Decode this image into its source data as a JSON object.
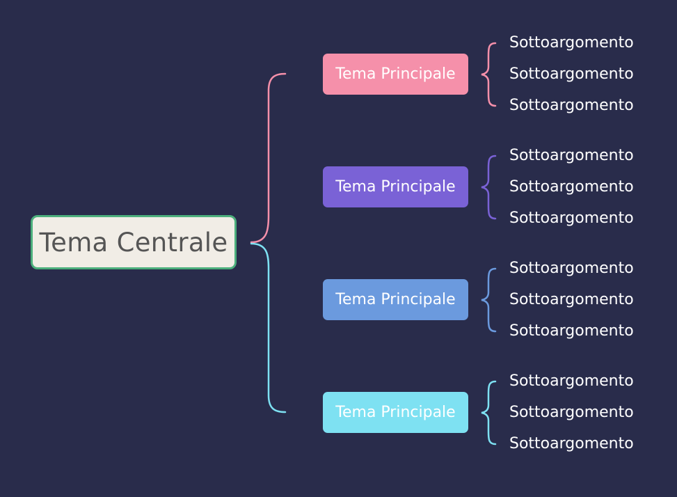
{
  "central_topic": {
    "label": "Tema Centrale"
  },
  "colors": {
    "background": "#292c4b",
    "central_border": "#4caf7c",
    "central_fill": "#f1ede6",
    "topic_1": "#f590aa",
    "topic_2": "#7a62d6",
    "topic_3": "#6b9ade",
    "topic_4": "#7ee1f2"
  },
  "main_topics": [
    {
      "label": "Tema Principale",
      "subtopics": [
        "Sottoargomento",
        "Sottoargomento",
        "Sottoargomento"
      ]
    },
    {
      "label": "Tema Principale",
      "subtopics": [
        "Sottoargomento",
        "Sottoargomento",
        "Sottoargomento"
      ]
    },
    {
      "label": "Tema Principale",
      "subtopics": [
        "Sottoargomento",
        "Sottoargomento",
        "Sottoargomento"
      ]
    },
    {
      "label": "Tema Principale",
      "subtopics": [
        "Sottoargomento",
        "Sottoargomento",
        "Sottoargomento"
      ]
    }
  ]
}
